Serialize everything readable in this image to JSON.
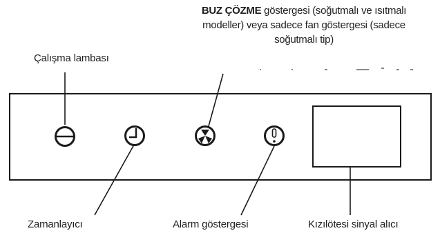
{
  "labels": {
    "operation_lamp": "Çalışma lambası",
    "timer": "Zamanlayıcı",
    "alarm": "Alarm göstergesi",
    "ir_receiver": "Kızılötesi sinyal alıcı",
    "defrost": {
      "line1_bold": "BUZ ÇÖZME",
      "line1_rest": " göstergesi (soğutmalı ve ısıtmalı",
      "line2": "modeller) veya sadece fan göstergesi (sadece",
      "line3": "soğutmalı tip)"
    }
  },
  "icons": {
    "operation_lamp": "operation-lamp-icon",
    "timer": "timer-clock-icon",
    "defrost_fan": "defrost-fan-icon",
    "alarm": "alarm-exclamation-icon",
    "ir_receiver": "ir-receiver-window"
  }
}
